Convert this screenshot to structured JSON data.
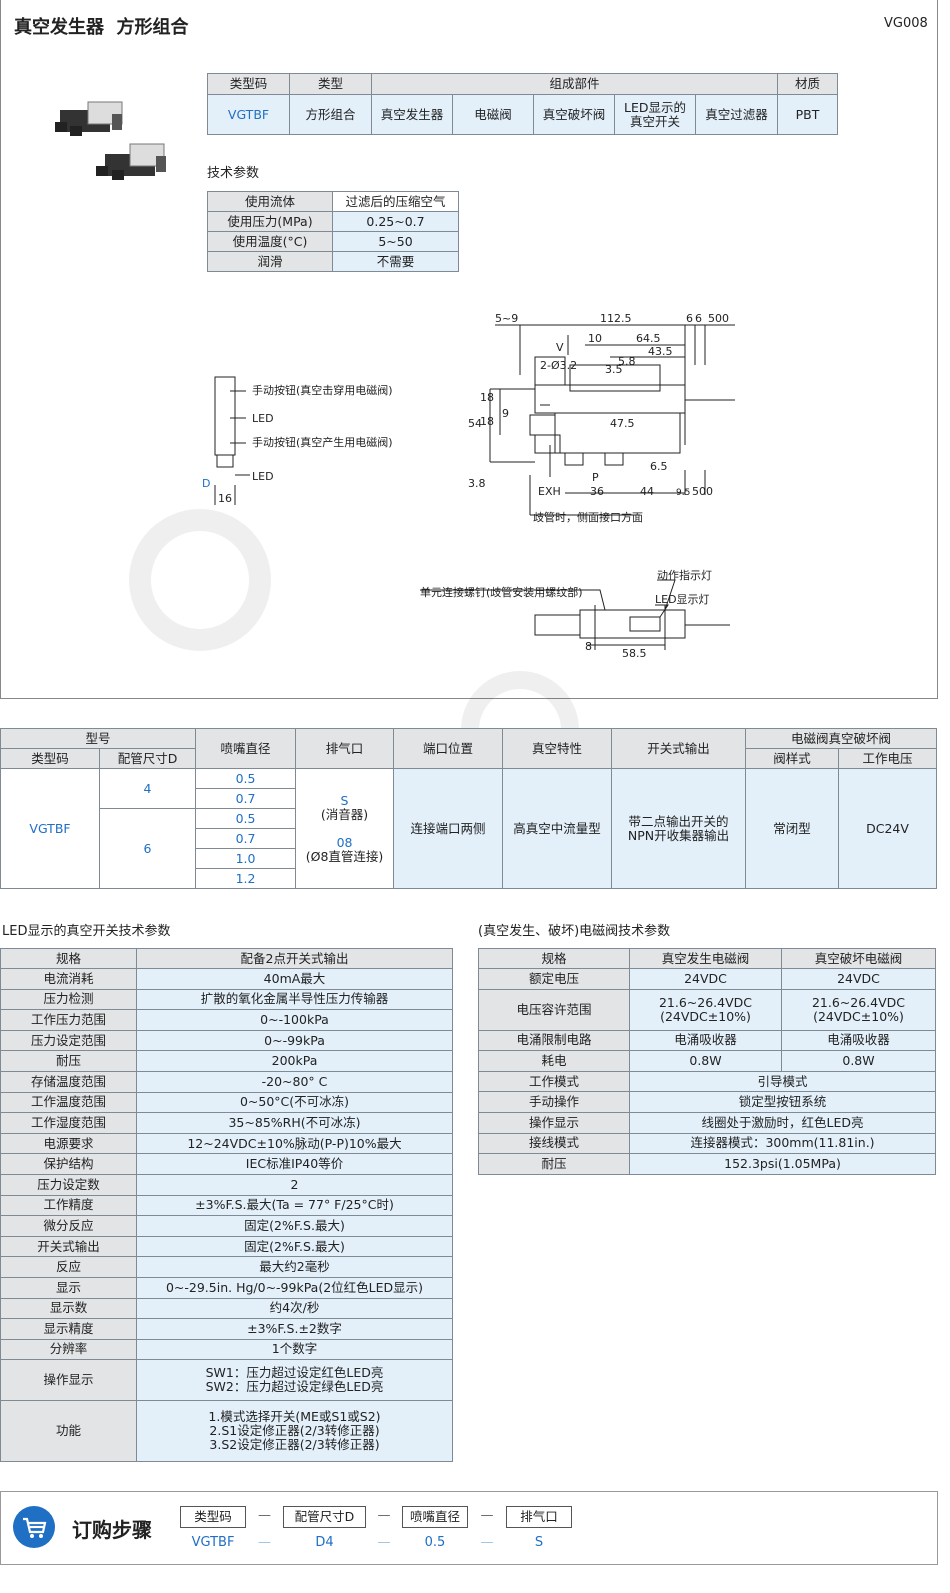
{
  "header": {
    "title": "真空发生器  方形组合",
    "code": "VG008"
  },
  "composition": {
    "headers": [
      "类型码",
      "类型",
      "组成部件",
      "材质"
    ],
    "row": {
      "type_code": "VGTBF",
      "type": "方形组合",
      "parts": [
        "真空发生器",
        "电磁阀",
        "真空破坏阀",
        "LED显示的真空开关",
        "真空过滤器"
      ],
      "parts_lines": [
        [
          "真空发生器"
        ],
        [
          "电磁阀"
        ],
        [
          "真空破坏阀"
        ],
        [
          "LED显示的",
          "真空开关"
        ],
        [
          "真空过滤器"
        ]
      ],
      "material": "PBT"
    }
  },
  "tech": {
    "title": "技术参数",
    "rows": [
      [
        "使用流体",
        "过滤后的压缩空气"
      ],
      [
        "使用压力(MPa)",
        "0.25~0.7"
      ],
      [
        "使用温度(°C)",
        "5~50"
      ],
      [
        "润滑",
        "不需要"
      ]
    ]
  },
  "drawing": {
    "side_labels": [
      "手动按钮(真空击穿用电磁阀)",
      "LED",
      "手动按钮(真空产生用电磁阀)",
      "LED",
      "D",
      "16"
    ],
    "top_dims": [
      "5~9",
      "112.5",
      "6",
      "6",
      "500",
      "10",
      "64.5",
      "43.5",
      "5.8",
      "3.5",
      "V",
      "2-Ø3.2"
    ],
    "front_dims": [
      "54",
      "18",
      "18",
      "9",
      "47.5",
      "3.8",
      "6.5",
      "EXH",
      "P",
      "36",
      "44",
      "9.5",
      "500"
    ],
    "front_note": "歧管时，侧面接口方面",
    "bottom_labels": [
      "单元连接螺钉(歧管安装用螺纹部)",
      "动作指示灯",
      "LED显示灯",
      "8",
      "58.5"
    ]
  },
  "model_table": {
    "headers": {
      "model": "型号",
      "type_code": "类型码",
      "pipe_size": "配管尺寸D",
      "nozzle": "喷嘴直径",
      "exhaust": "排气口",
      "port_pos": "端口位置",
      "vacuum": "真空特性",
      "switch_out": "开关式输出",
      "valve_group": "电磁阀真空破坏阀",
      "valve_style": "阀样式",
      "voltage": "工作电压"
    },
    "type_code": "VGTBF",
    "pipe_sizes": [
      "4",
      "6"
    ],
    "nozzles": [
      "0.5",
      "0.7",
      "0.5",
      "0.7",
      "1.0",
      "1.2"
    ],
    "exhaust": {
      "s": "S",
      "s_note": "(消音器)",
      "n08": "08",
      "n08_note": "(Ø8直管连接)"
    },
    "port_pos": "连接端口两侧",
    "vacuum": "高真空中流量型",
    "switch_out_lines": [
      "带二点输出开关的",
      "NPN开收集器输出"
    ],
    "valve_style": "常闭型",
    "voltage": "DC24V"
  },
  "led_table": {
    "title": "LED显示的真空开关技术参数",
    "headers": [
      "规格",
      "配备2点开关式输出"
    ],
    "rows": [
      [
        "电流消耗",
        "40mA最大"
      ],
      [
        "压力检测",
        "扩散的氧化金属半导性压力传输器"
      ],
      [
        "工作压力范围",
        "0~-100kPa"
      ],
      [
        "压力设定范围",
        "0~-99kPa"
      ],
      [
        "耐压",
        "200kPa"
      ],
      [
        "存储温度范围",
        "-20~80° C"
      ],
      [
        "工作温度范围",
        "0~50°C(不可冰冻)"
      ],
      [
        "工作湿度范围",
        "35~85%RH(不可冰冻)"
      ],
      [
        "电源要求",
        "12~24VDC±10%脉动(P-P)10%最大"
      ],
      [
        "保护结构",
        "IEC标准IP40等价"
      ],
      [
        "压力设定数",
        "2"
      ],
      [
        "工作精度",
        "±3%F.S.最大(Ta = 77° F/25°C时)"
      ],
      [
        "微分反应",
        "固定(2%F.S.最大)"
      ],
      [
        "开关式输出",
        "固定(2%F.S.最大)"
      ],
      [
        "反应",
        "最大约2毫秒"
      ],
      [
        "显示",
        "0~-29.5in. Hg/0~-99kPa(2位红色LED显示)"
      ],
      [
        "显示数",
        "约4次/秒"
      ],
      [
        "显示精度",
        "±3%F.S.±2数字"
      ],
      [
        "分辨率",
        "1个数字"
      ]
    ],
    "op_display": {
      "label": "操作显示",
      "lines": [
        "SW1：压力超过设定红色LED亮",
        "SW2：压力超过设定绿色LED亮"
      ]
    },
    "function": {
      "label": "功能",
      "lines": [
        "1.模式选择开关(ME或S1或S2)",
        "2.S1设定修正器(2/3转修正器)",
        "3.S2设定修正器(2/3转修正器)"
      ]
    }
  },
  "valve_table": {
    "title": "(真空发生、破坏)电磁阀技术参数",
    "headers": [
      "规格",
      "真空发生电磁阀",
      "真空破坏电磁阀"
    ],
    "rows2": [
      [
        "额定电压",
        "24VDC",
        "24VDC"
      ],
      [
        "电压容许范围",
        "21.6~26.4VDC\n(24VDC±10%)",
        "21.6~26.4VDC\n(24VDC±10%)"
      ],
      [
        "电涌限制电路",
        "电涌吸收器",
        "电涌吸收器"
      ],
      [
        "耗电",
        "0.8W",
        "0.8W"
      ]
    ],
    "rows1": [
      [
        "工作模式",
        "引导模式"
      ],
      [
        "手动操作",
        "锁定型按钮系统"
      ],
      [
        "操作显示",
        "线圈处于激励时，红色LED亮"
      ],
      [
        "接线模式",
        "连接器模式：300mm(11.81in.)"
      ],
      [
        "耐压",
        "152.3psi(1.05MPa)"
      ]
    ]
  },
  "order": {
    "title": "订购步骤",
    "steps": [
      {
        "label": "类型码",
        "value": "VGTBF"
      },
      {
        "label": "配管尺寸D",
        "value": "D4"
      },
      {
        "label": "喷嘴直径",
        "value": "0.5"
      },
      {
        "label": "排气口",
        "value": "S"
      }
    ],
    "separator": "—"
  },
  "colors": {
    "accent": "#1f6fc5",
    "header_bg": "#e2e4e6",
    "cell_bg": "#e3f0fa"
  },
  "icons": [
    "cart-icon"
  ]
}
